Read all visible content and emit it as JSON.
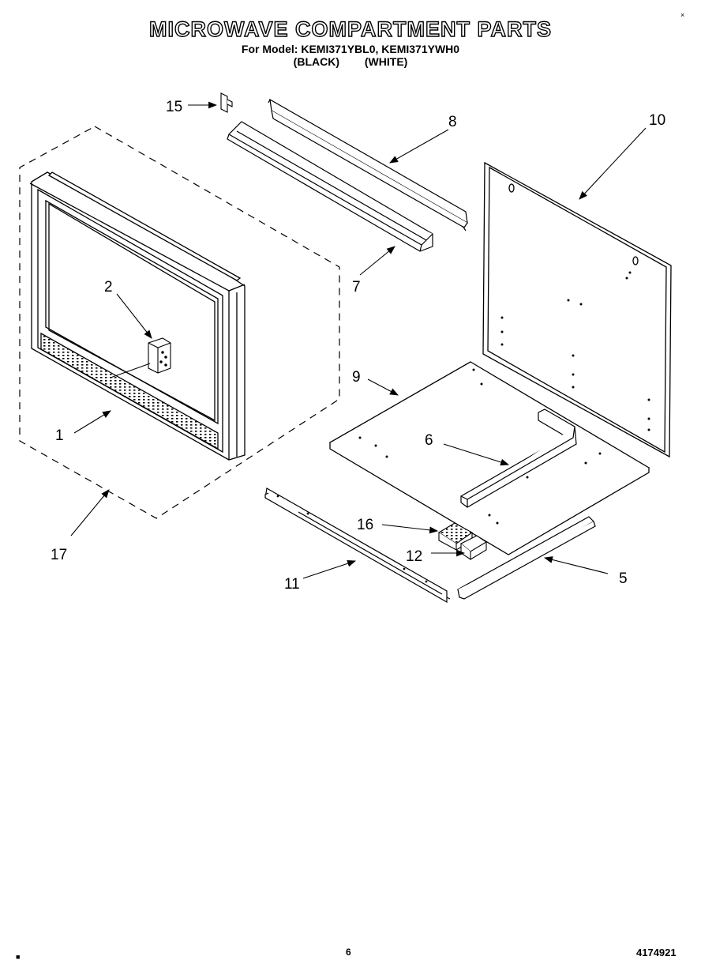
{
  "header": {
    "title": "MICROWAVE COMPARTMENT PARTS",
    "model_line": "For Model: KEMI371YBL0, KEMI371YWH0",
    "variant_black": "(BLACK)",
    "variant_white": "(WHITE)"
  },
  "callouts": [
    "1",
    "2",
    "5",
    "6",
    "7",
    "8",
    "9",
    "10",
    "11",
    "12",
    "15",
    "16",
    "17"
  ],
  "footer": {
    "page_number": "6",
    "document_number": "4174921"
  }
}
